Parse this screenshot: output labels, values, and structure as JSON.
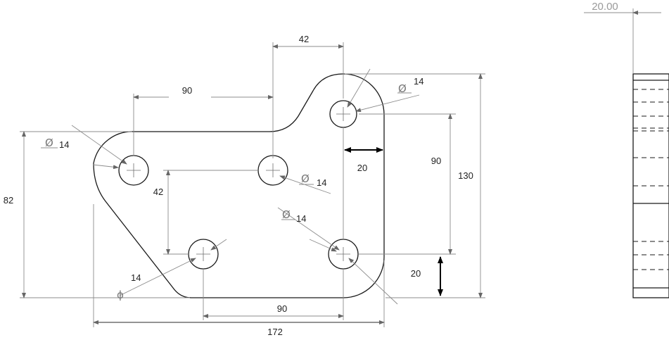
{
  "drawing": {
    "dimensions": {
      "top_hole_spacing": "42",
      "upper_hole_spacing": "90",
      "right_hole_vertical": "90",
      "overall_height_right": "130",
      "left_height": "82",
      "hole_row_vertical": "42",
      "bottom_hole_spacing": "90",
      "overall_width": "172",
      "edge_offset_right": "20",
      "edge_offset_bottom": "20",
      "side_thickness": "20.00"
    },
    "hole_callouts": [
      {
        "symbol": "Ø",
        "value": "14"
      },
      {
        "symbol": "Ø",
        "value": "14"
      },
      {
        "symbol": "Ø",
        "value": "14"
      },
      {
        "symbol": "Ø",
        "value": "14"
      },
      {
        "symbol": "ϕ",
        "value": "14"
      }
    ]
  }
}
